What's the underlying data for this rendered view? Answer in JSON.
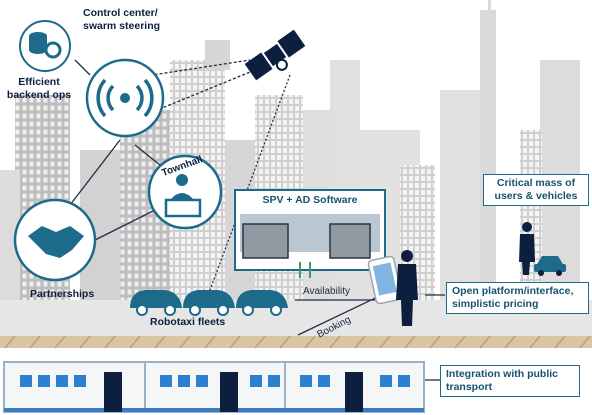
{
  "labels": {
    "efficient_backend": "Efficient backend ops",
    "control_center": "Control center/ swarm steering",
    "townhall": "Townhall",
    "partnerships": "Partnerships",
    "robotaxi": "Robotaxi fleets",
    "spv": "SPV + AD Software",
    "availability": "Availability",
    "booking": "Booking",
    "critical_mass": "Critical mass of users & vehicles",
    "open_platform": "Open platform/interface, simplistic pricing",
    "integration": "Integration with public transport"
  },
  "colors": {
    "accent": "#1c6b8a",
    "dark_blue": "#0c1f3f",
    "building": "#d4d4d4",
    "ground": "#e6e6e6",
    "track": "#c9b38c"
  }
}
